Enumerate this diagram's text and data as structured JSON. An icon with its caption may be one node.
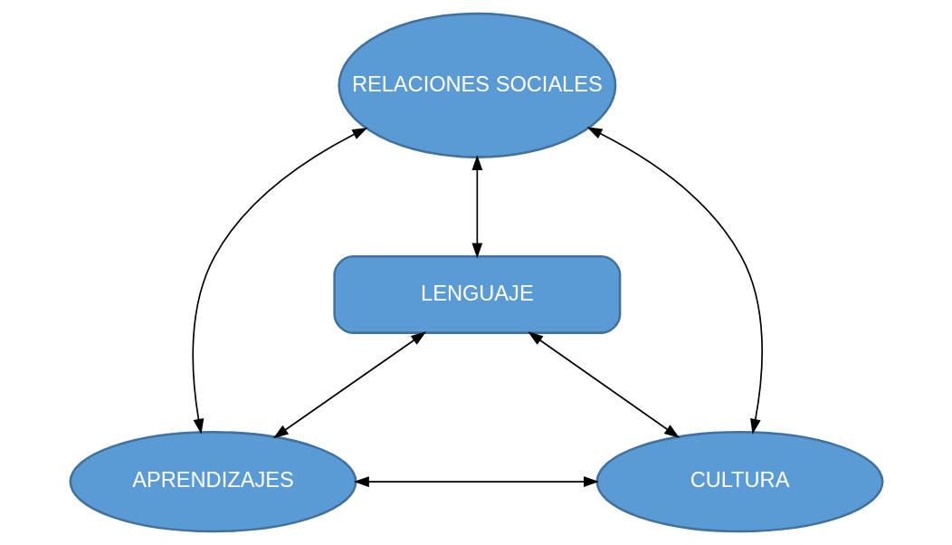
{
  "diagram": {
    "nodes": [
      {
        "text": [
          "RELACIONES SOCIALES"
        ]
      },
      {
        "text": [
          "LENGUAJE"
        ]
      },
      {
        "text": [
          "APRENDIZAJES"
        ]
      },
      {
        "text": [
          "CULTURA"
        ]
      }
    ],
    "edges": [
      {
        "from": 0,
        "to": 2,
        "arrow": "both"
      },
      {
        "from": 0,
        "to": 1,
        "arrow": "both"
      },
      {
        "from": 0,
        "to": 3,
        "arrow": "both"
      },
      {
        "from": 1,
        "to": 2,
        "arrow": "both"
      },
      {
        "from": 1,
        "to": 3,
        "arrow": "both"
      },
      {
        "from": 2,
        "to": 3,
        "arrow": "both"
      }
    ]
  }
}
